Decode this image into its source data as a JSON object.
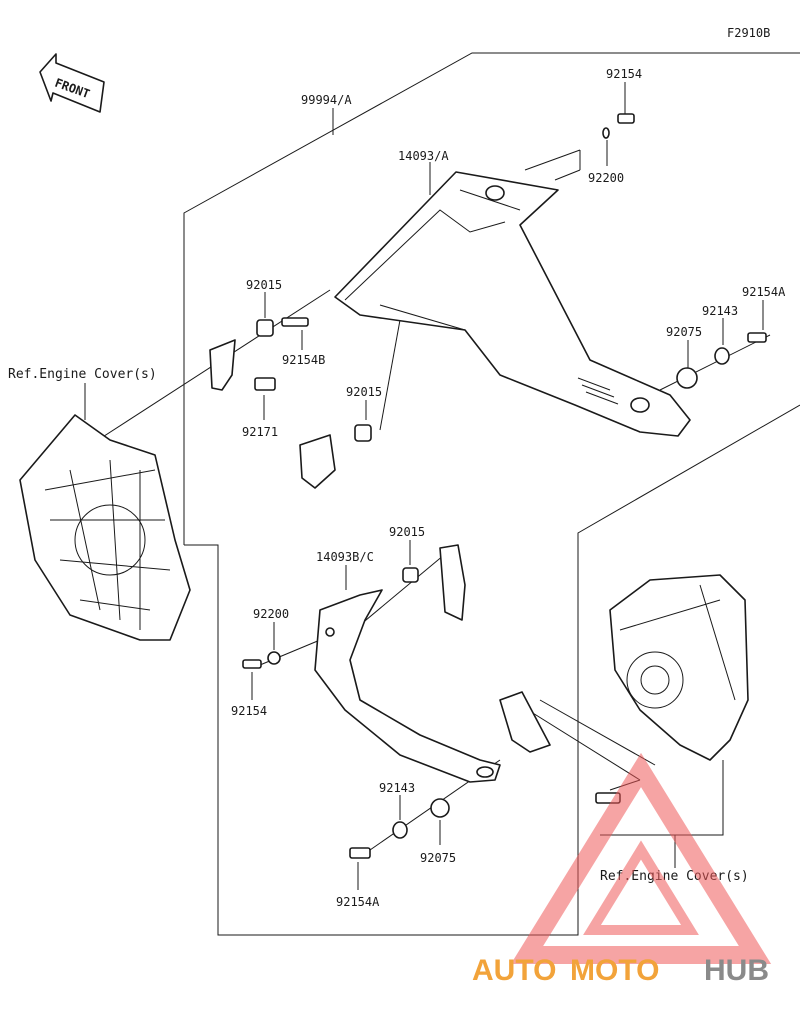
{
  "figure_code": "F2910B",
  "front_arrow": {
    "text": "FRONT",
    "icon": "front-direction-arrow-icon"
  },
  "part_labels": {
    "l_99994a": "99994/A",
    "l_14093a": "14093/A",
    "l_92154_top": "92154",
    "l_92200_top": "92200",
    "l_92154a_right": "92154A",
    "l_92143_right": "92143",
    "l_92075_right": "92075",
    "l_92015_upper": "92015",
    "l_92154b": "92154B",
    "l_92171": "92171",
    "l_92015_mid": "92015",
    "l_14093bc": "14093B/C",
    "l_92015_lower": "92015",
    "l_92200_lower": "92200",
    "l_92154_lower": "92154",
    "l_92143_lower": "92143",
    "l_92075_lower": "92075",
    "l_92154a_lower": "92154A"
  },
  "references": {
    "left": "Ref.Engine Cover(s)",
    "right": "Ref.Engine Cover(s)"
  },
  "watermark": {
    "part1": "AUTO",
    "part2": "MOTO",
    "part3": "HUB",
    "color_primary": "#f2a33a",
    "color_secondary": "#8a8a8a",
    "triangle_color": "#ef5a5a"
  }
}
